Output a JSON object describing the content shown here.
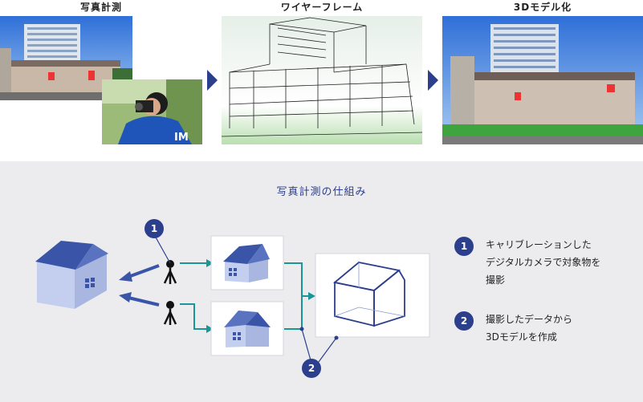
{
  "steps": {
    "photo_title": "写真計測",
    "wire_title": "ワイヤーフレーム",
    "model_title": "3Dモデル化"
  },
  "diagram": {
    "title": "写真計測の仕組み",
    "badge1": "1",
    "badge2": "2",
    "desc1_lines": [
      "キャリブレーションした",
      "デジタルカメラで対象物を",
      "撮影"
    ],
    "desc2_lines": [
      "撮影したデータから",
      "3Dモデルを作成"
    ]
  },
  "photo": {
    "jacket_text": "IM"
  },
  "colors": {
    "navy": "#2c3f8c",
    "teal": "#1a9696",
    "house_blue": "#b8c6ea",
    "roof_blue": "#3a55a8",
    "panel_bg": "#ececef"
  }
}
